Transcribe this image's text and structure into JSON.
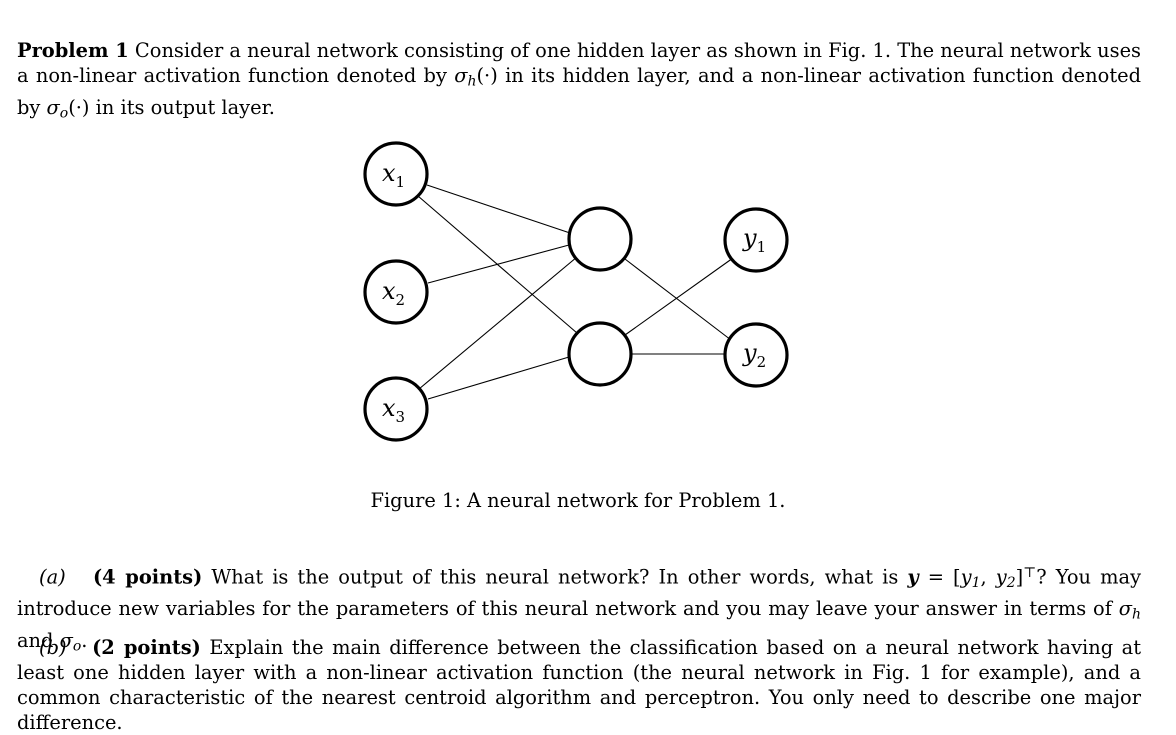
{
  "problem": {
    "label": "Problem 1",
    "text_1": " Consider a neural network consisting of one hidden layer as shown in Fig. 1. The neural network uses a non-linear activation function denoted by ",
    "sigma": "σ",
    "sub_h": "h",
    "arg": "(·)",
    "text_2": " in its hidden layer, and a non-linear activation function denoted by ",
    "sub_o": "o",
    "text_3": " in its output layer."
  },
  "figure": {
    "inputs": [
      {
        "base": "x",
        "sub": "1"
      },
      {
        "base": "x",
        "sub": "2"
      },
      {
        "base": "x",
        "sub": "3"
      }
    ],
    "outputs": [
      {
        "base": "y",
        "sub": "1"
      },
      {
        "base": "y",
        "sub": "2"
      }
    ],
    "caption": "Figure 1: A neural network for Problem 1."
  },
  "part_a": {
    "label": "(a)",
    "points": "(4 points)",
    "text_1": " What is the output of this neural network? In other words, what is ",
    "y_sym": "y",
    "eq": " = [",
    "y1": "y",
    "y1_sub": "1",
    "comma": ", ",
    "y2": "y",
    "y2_sub": "2",
    "close": "]",
    "transpose": "⊤",
    "text_2": "? You may introduce new variables for the parameters of this neural network and you may leave your answer in terms of ",
    "sigma": "σ",
    "sub_h": "h",
    "and": " and ",
    "sub_o": "o",
    "end": "."
  },
  "part_b": {
    "label": "(b)",
    "points": "(2 points)",
    "text": " Explain the main difference between the classification based on a neural network having at least one hidden layer with a non-linear activation function (the neural network in Fig. 1 for example), and a common characteristic of the nearest centroid algorithm and perceptron. You only need to describe one major difference."
  }
}
